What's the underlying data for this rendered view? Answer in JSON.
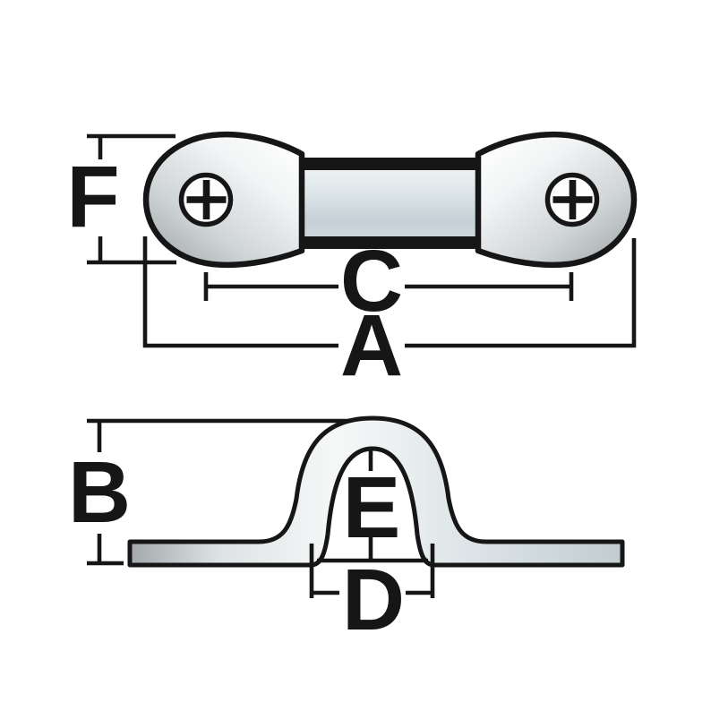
{
  "figure": {
    "kind": "dimension-diagram",
    "views": [
      {
        "name": "top-view",
        "dimension_labels": [
          "F",
          "C",
          "A"
        ]
      },
      {
        "name": "side-profile-view",
        "dimension_labels": [
          "B",
          "E",
          "D"
        ]
      }
    ]
  },
  "labels": {
    "A": "A",
    "B": "B",
    "C": "C",
    "D": "D",
    "E": "E",
    "F": "F"
  },
  "colors": {
    "background": "#ffffff",
    "outline": "#161616",
    "metal_highlight": "#ffffff",
    "metal_shadow": "#9ba1a5",
    "steel_blue": "#c5d1d7"
  }
}
